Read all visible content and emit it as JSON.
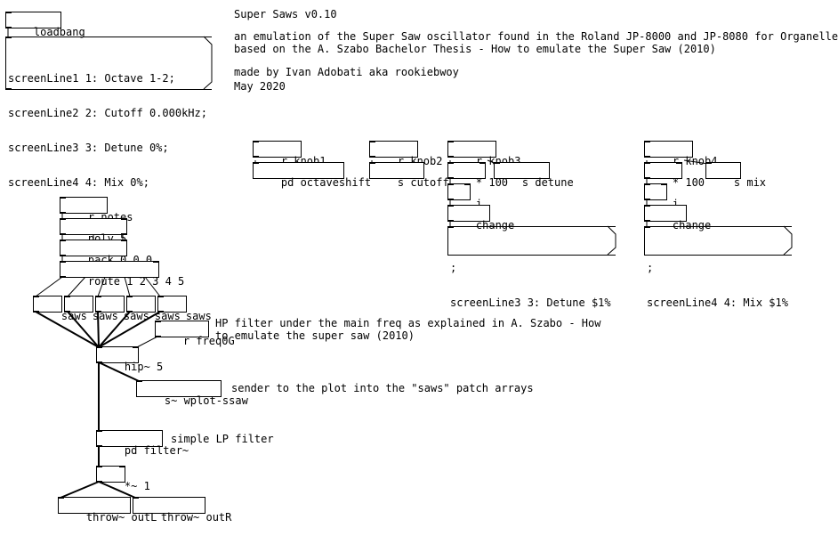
{
  "header": {
    "title": "Super Saws v0.10",
    "desc_line1": "an emulation of the Super Saw oscillator found in the Roland JP-8000 and JP-8080 for Organelle",
    "desc_line2": "based on the A. Szabo Bachelor Thesis - How to emulate the Super Saw (2010)",
    "author": "made by Ivan Adobati aka rookiebwoy",
    "date": "May 2020"
  },
  "objects": {
    "loadbang": "loadbang",
    "r_knob1": "r knob1",
    "pd_octaveshift": "pd octaveshift",
    "r_knob2": "r knob2",
    "s_cutoff": "s cutoff",
    "r_knob3": "r knob3",
    "mul100_3": "* 100",
    "s_detune": "s detune",
    "i_3": "i",
    "change_3": "change",
    "r_knob4": "r knob4",
    "mul100_4": "* 100",
    "s_mix": "s mix",
    "i_4": "i",
    "change_4": "change",
    "r_notes": "r notes",
    "poly": "poly 5",
    "pack": "pack 0 0 0",
    "route": "route 1 2 3 4 5",
    "saws": [
      "saws",
      "saws",
      "saws",
      "saws",
      "saws"
    ],
    "r_freq0g": "r freq0G",
    "hip": "hip~ 5",
    "s_wplot": "s~ wplot-ssaw",
    "pd_filter": "pd filter~",
    "mul1": "*~ 1",
    "throw_l": "throw~ outL",
    "throw_r": "throw~ outR"
  },
  "messages": {
    "screen_init": [
      "screenLine1 1: Octave 1-2;",
      "screenLine2 2: Cutoff 0.000kHz;",
      "screenLine3 3: Detune 0%;",
      "screenLine4 4: Mix 0%;"
    ],
    "screen_detune": [
      ";",
      "screenLine3 3: Detune $1%"
    ],
    "screen_mix": [
      ";",
      "screenLine4 4: Mix $1%"
    ]
  },
  "comments": {
    "hp_filter": [
      "HP filter under the main freq as explained in A. Szabo - How",
      "to emulate the super saw (2010)"
    ],
    "sender": "sender to the plot into the \"saws\" patch arrays",
    "lp_filter": "simple LP filter"
  }
}
